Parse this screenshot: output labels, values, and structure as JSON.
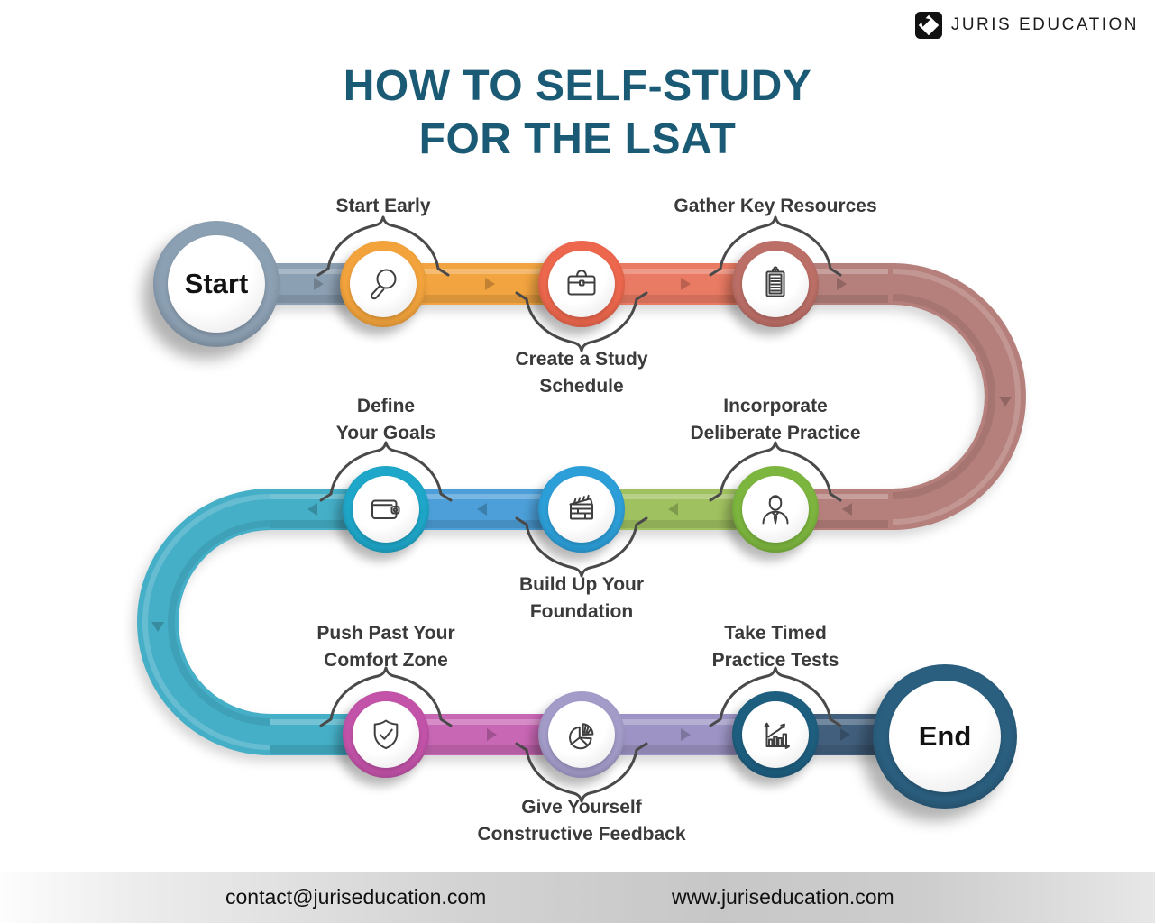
{
  "logo": {
    "brand": "JURIS EDUCATION",
    "icon": "juris-logo-icon"
  },
  "title": {
    "line1": "HOW TO SELF-STUDY",
    "line2": "FOR THE LSAT"
  },
  "terminals": {
    "start": "Start",
    "end": "End",
    "start_ring": "#8ca0b3",
    "end_ring": "#2b5f7f"
  },
  "steps": [
    {
      "line1": "Start Early",
      "line2": "",
      "icon": "magnifier-icon",
      "ring": "#f2a33c"
    },
    {
      "line1": "Create a Study",
      "line2": "Schedule",
      "icon": "briefcase-icon",
      "ring": "#ec674d"
    },
    {
      "line1": "Gather Key Resources",
      "line2": "",
      "icon": "clipboard-icon",
      "ring": "#bc6f67"
    },
    {
      "line1": "Incorporate",
      "line2": "Deliberate Practice",
      "icon": "person-icon",
      "ring": "#7db63f"
    },
    {
      "line1": "Build Up Your",
      "line2": "Foundation",
      "icon": "clapperboard-icon",
      "ring": "#2d9fd8"
    },
    {
      "line1": "Define",
      "line2": "Your Goals",
      "icon": "wallet-icon",
      "ring": "#1fa7c9"
    },
    {
      "line1": "Push Past Your",
      "line2": "Comfort Zone",
      "icon": "shield-check-icon",
      "ring": "#c353a9"
    },
    {
      "line1": "Give Yourself",
      "line2": "Constructive Feedback",
      "icon": "pie-chart-icon",
      "ring": "#a39cc9"
    },
    {
      "line1": "Take Timed",
      "line2": "Practice Tests",
      "icon": "bar-chart-icon",
      "ring": "#1e5f80"
    }
  ],
  "track": {
    "segments": [
      {
        "name": "start-to-start-early",
        "color": "#8ca0b3"
      },
      {
        "name": "start-early-to-schedule",
        "color": "#f2a440"
      },
      {
        "name": "schedule-to-resources",
        "color": "#e97a63"
      },
      {
        "name": "resources-curve-to-practice",
        "color": "#b57f7b"
      },
      {
        "name": "practice-to-foundation",
        "color": "#a0c160"
      },
      {
        "name": "foundation-to-goals",
        "color": "#4c9fd8"
      },
      {
        "name": "goals-curve-to-comfort",
        "color": "#45afc7"
      },
      {
        "name": "comfort-to-feedback",
        "color": "#c867b4"
      },
      {
        "name": "feedback-to-tests",
        "color": "#9d94c5"
      },
      {
        "name": "tests-to-end",
        "color": "#42607e"
      }
    ]
  },
  "colors": {
    "title": "#1a5a74",
    "label": "#3a3a3a",
    "footer_text": "#101010",
    "background": "#ffffff"
  },
  "footer": {
    "email": "contact@juriseducation.com",
    "website": "www.juriseducation.com"
  }
}
